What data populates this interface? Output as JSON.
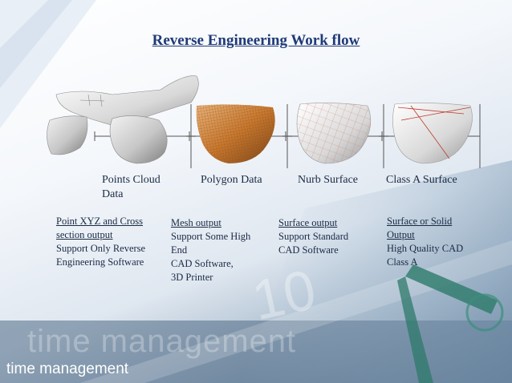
{
  "title": "Reverse Engineering Work flow",
  "stages": [
    {
      "label_line1": "Points Cloud",
      "label_line2": "Data",
      "desc_underlined": [
        "Point XYZ and Cross",
        "section output"
      ],
      "desc_plain": [
        "Support Only Reverse",
        "Engineering Software"
      ]
    },
    {
      "label_line1": "Polygon Data",
      "label_line2": "",
      "desc_underlined": [
        "Mesh output"
      ],
      "desc_plain": [
        "Support Some High",
        "End",
        "CAD Software,",
        "3D Printer"
      ]
    },
    {
      "label_line1": "Nurb Surface",
      "label_line2": "",
      "desc_underlined": [
        "Surface output"
      ],
      "desc_plain": [
        "Support Standard",
        "CAD Software"
      ]
    },
    {
      "label_line1": "Class A Surface",
      "label_line2": "",
      "desc_underlined": [
        "Surface or Solid",
        "Output"
      ],
      "desc_plain": [
        "High Quality CAD",
        "Class A"
      ]
    }
  ],
  "footer_text": "time management",
  "footer_watermark": "time management",
  "colors": {
    "title": "#1f3a78",
    "mesh": "#c8782e",
    "nurb_grid": "#d07a6a",
    "class_a_line": "#c0392b"
  }
}
